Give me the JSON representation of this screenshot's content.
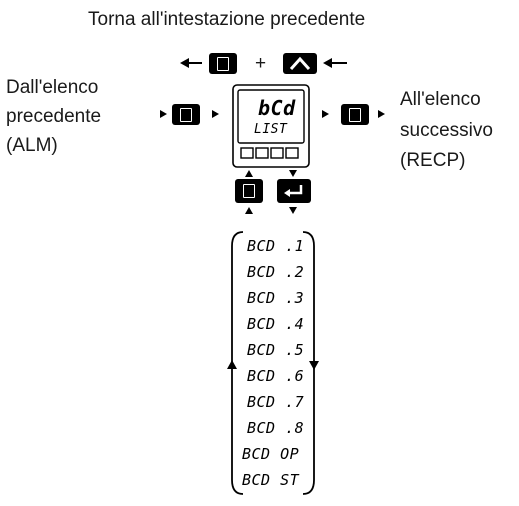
{
  "header": {
    "title": "Torna all'intestazione precedente"
  },
  "left": {
    "l1": "Dall'elenco",
    "l2": "precedente",
    "l3": "(ALM)"
  },
  "right": {
    "l1": "All'elenco",
    "l2": "successivo",
    "l3": "(RECP)"
  },
  "plus": "+",
  "display": {
    "top": "bCd",
    "bottom": "LIST"
  },
  "items": [
    "BCD .1",
    "BCD .2",
    "BCD .3",
    "BCD .4",
    "BCD .5",
    "BCD .6",
    "BCD .7",
    "BCD .8",
    "BCD OP",
    "BCD ST"
  ],
  "icons": {
    "page_key": "page-icon",
    "up_key": "chevron-up-icon",
    "enter_key": "enter-icon"
  }
}
